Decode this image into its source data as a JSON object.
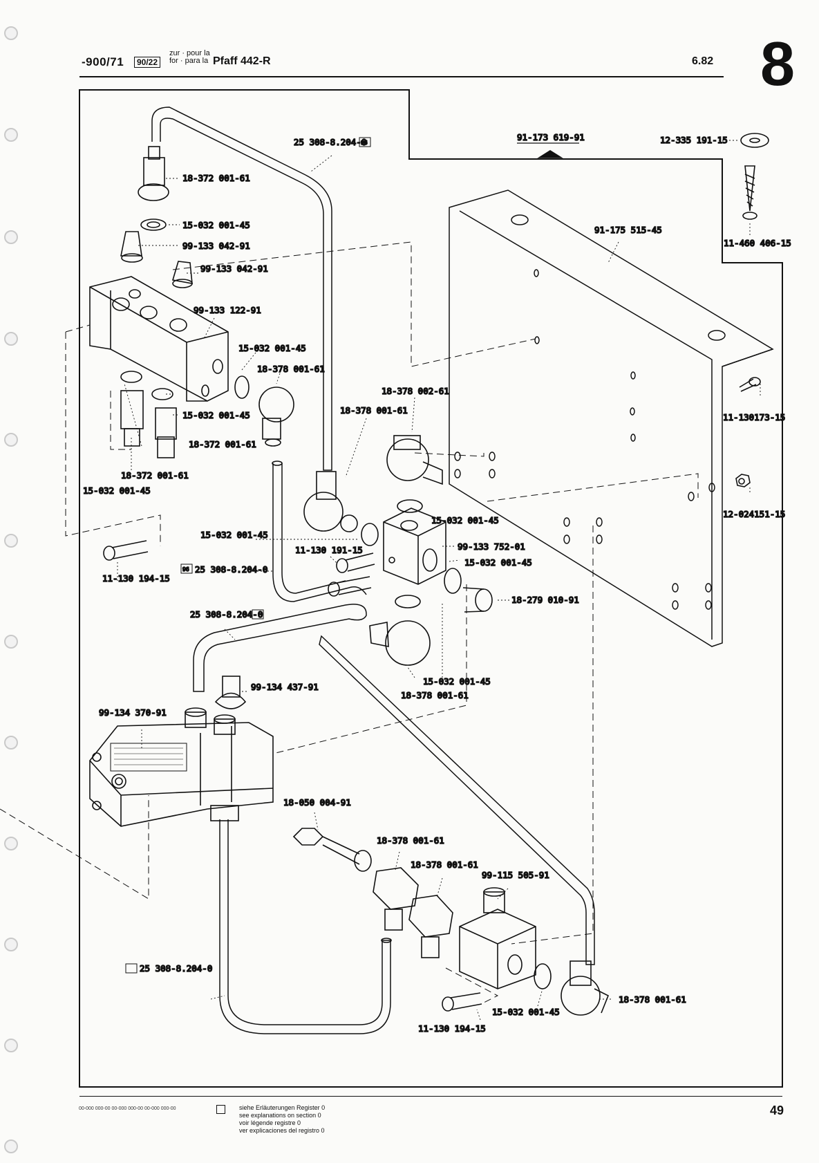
{
  "header": {
    "code": "-900/71",
    "boxed": "90/22",
    "zur_line1": "zur · pour la",
    "zur_line2": "for · para la",
    "model": "Pfaff 442-R",
    "date": "6.82",
    "section": "8"
  },
  "labels": {
    "l1": "25 308-8.204-0",
    "l2": "18-372 001-61",
    "l3": "15-032 001-45",
    "l4": "99-133 042-91",
    "l5": "99-133 042-91",
    "l6": "99-133 122-91",
    "l7": "15-032 001-45",
    "l8": "18-378 001-61",
    "l9": "15-032 001-45",
    "l10": "18-372 001-61",
    "l11": "18-372 001-61",
    "l12": "15-032 001-45",
    "l13": "91-173 619-91",
    "l14": "12-335 191-15",
    "l15": "91-175 515-45",
    "l16": "11-460 406-15",
    "l17": "18-378 002-61",
    "l18": "18-378 001-61",
    "l19": "11-130173-15",
    "l20": "12-024151-15",
    "l21": "15-032 001-45",
    "l22": "15-032 001-45",
    "l23": "11-130 191-15",
    "l24": "99-133 752-01",
    "l25": "15-032 001-45",
    "l26": "25 308-8.204-0",
    "l27": "18-279 010-91",
    "l28": "11-130 194-15",
    "l29": "25 308-8.204-0",
    "l30": "99-134 437-91",
    "l31": "15-032 001-45",
    "l32": "18-378 001-61",
    "l33": "99-134 370-91",
    "l34": "18-050 004-91",
    "l35": "18-378 001-61",
    "l36": "18-378 001-61",
    "l37": "99-115 505-91",
    "l38": "25 308-8.204-0",
    "l39": "18-378 001-61",
    "l40": "15-032 001-45",
    "l41": "11-130 194-15"
  },
  "badge": "96",
  "footer": {
    "codes": "00-000 000-00   00-000 000-00   00-000 000-00",
    "expl1": "siehe Erläuterungen Register 0",
    "expl2": "see explanations on section 0",
    "expl3": "voir légende registre 0",
    "expl4": "ver explicaciones del registro 0",
    "page": "49"
  }
}
